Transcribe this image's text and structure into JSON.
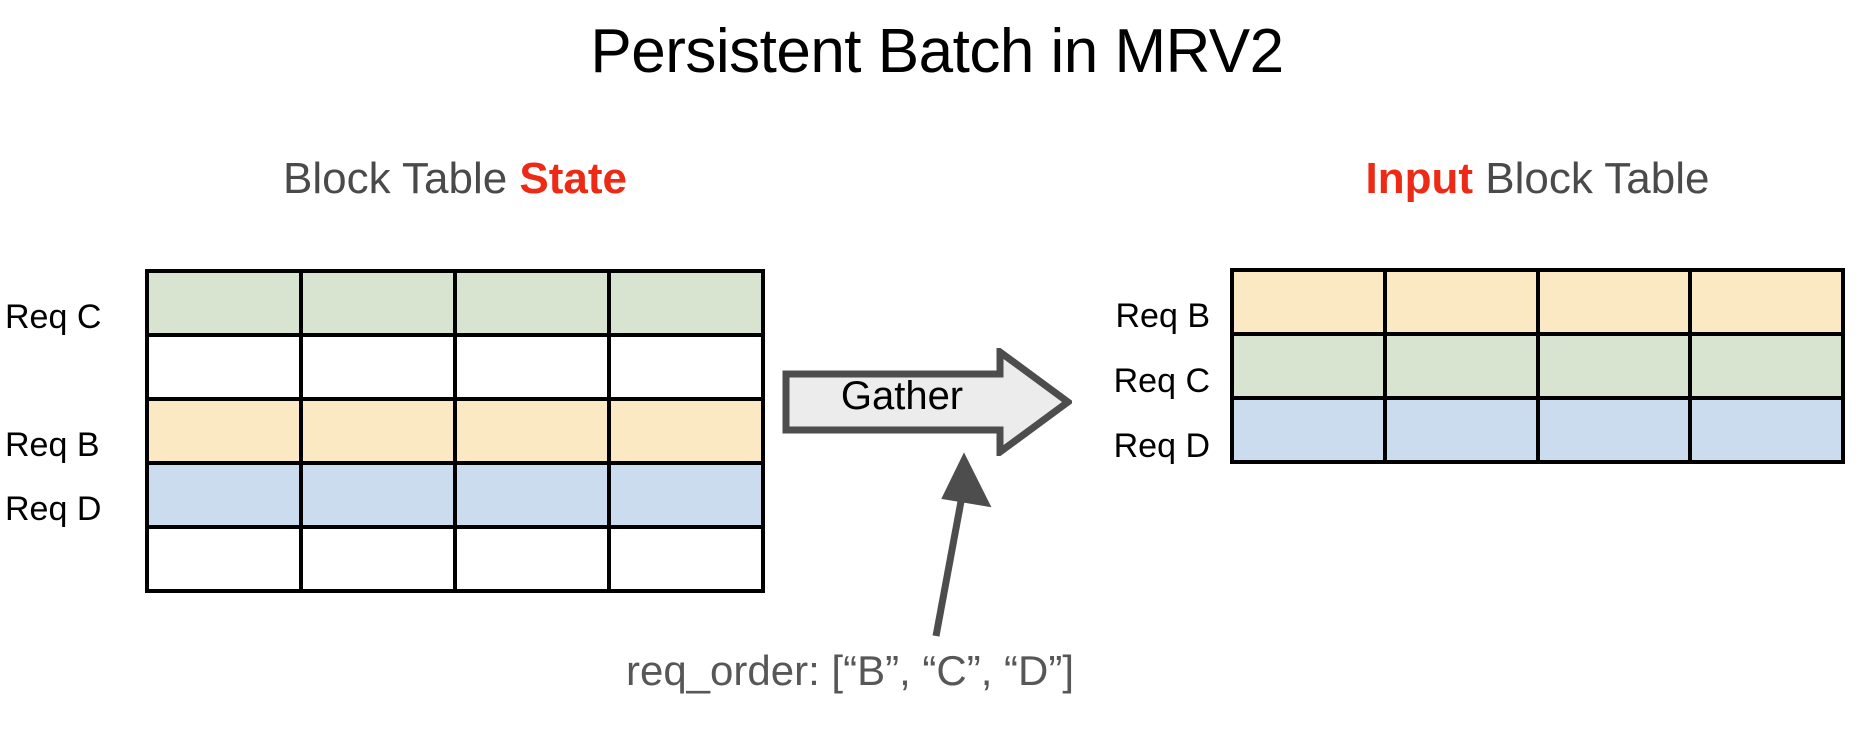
{
  "title": "Persistent Batch in MRV2",
  "headings": {
    "left": {
      "prefix": "Block Table ",
      "accent": "State",
      "suffix": ""
    },
    "right": {
      "prefix": "",
      "accent": "Input",
      "suffix": " Block Table"
    }
  },
  "colors": {
    "accent_red": "#ec2a15",
    "heading_gray": "#4a4a4a",
    "caption_gray": "#575757",
    "cell_green": "#d8e4d0",
    "cell_yellow": "#fbe9c3",
    "cell_blue": "#cadcee",
    "cell_empty": "#ffffff",
    "grid_line": "#000000",
    "arrow_fill": "#ececec",
    "arrow_stroke": "#4d4d4d"
  },
  "state_table": {
    "name": "Block Table State",
    "columns": 4,
    "rows": [
      {
        "label": "Req C",
        "color": "green",
        "filled": true
      },
      {
        "label": "",
        "color": "empty",
        "filled": false
      },
      {
        "label": "Req B",
        "color": "yellow",
        "filled": true
      },
      {
        "label": "Req D",
        "color": "blue",
        "filled": true
      },
      {
        "label": "",
        "color": "empty",
        "filled": false
      }
    ]
  },
  "input_table": {
    "name": "Input Block Table",
    "columns": 4,
    "rows": [
      {
        "label": "Req B",
        "color": "yellow",
        "filled": true
      },
      {
        "label": "Req C",
        "color": "green",
        "filled": true
      },
      {
        "label": "Req D",
        "color": "blue",
        "filled": true
      }
    ]
  },
  "gather": {
    "label": "Gather"
  },
  "caption": {
    "text": "req_order: [“B”, “C”, “D”]"
  }
}
